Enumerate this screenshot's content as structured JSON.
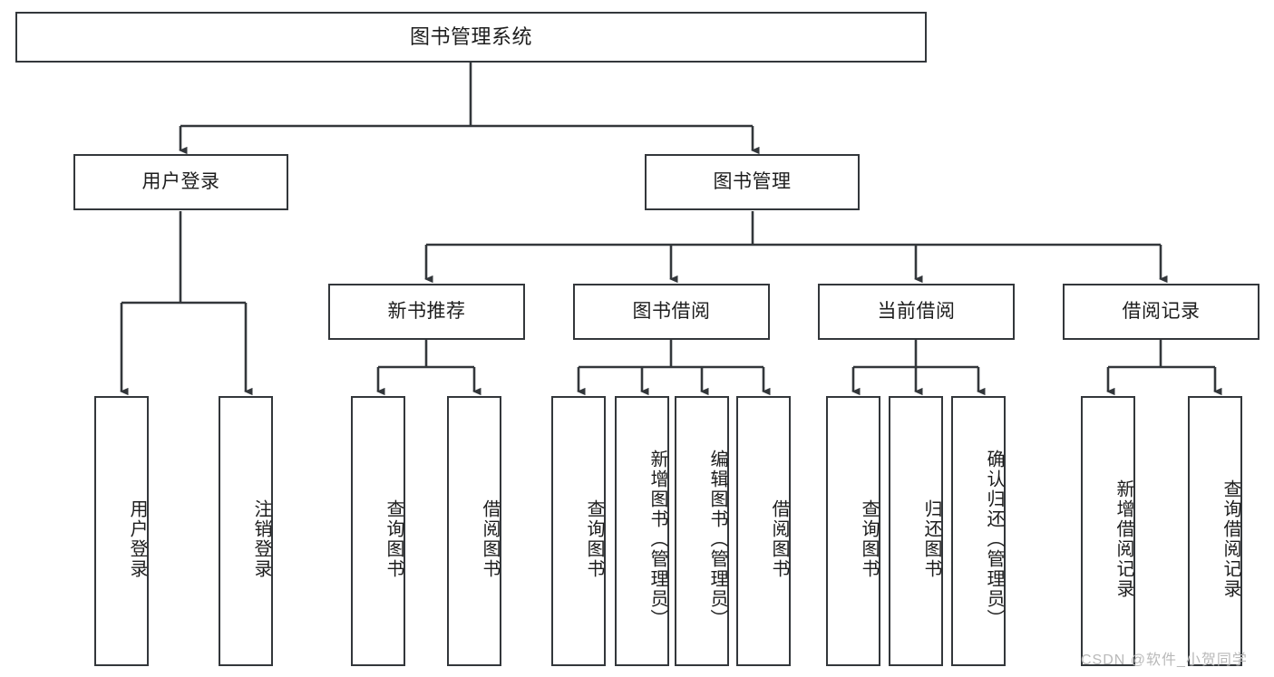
{
  "diagram": {
    "title": "图书管理系统",
    "type": "tree-hierarchy-chart",
    "watermark": "CSDN @软件_小贺同学",
    "colors": {
      "stroke": "#33373b",
      "fill": "#ffffff",
      "text": "#1d1d1d",
      "watermark": "#b9b9b9"
    },
    "root": {
      "label": "图书管理系统"
    },
    "level2": [
      {
        "label": "用户登录"
      },
      {
        "label": "图书管理"
      }
    ],
    "level3": [
      {
        "label": "新书推荐"
      },
      {
        "label": "图书借阅"
      },
      {
        "label": "当前借阅"
      },
      {
        "label": "借阅记录"
      }
    ],
    "leaves": {
      "user_login": [
        {
          "label": "用户登录"
        },
        {
          "label": "注销登录"
        }
      ],
      "new_book": [
        {
          "label": "查询图书"
        },
        {
          "label": "借阅图书"
        }
      ],
      "book_borrow": [
        {
          "label": "查询图书"
        },
        {
          "label": "新增图书（管理员）"
        },
        {
          "label": "编辑图书（管理员）"
        },
        {
          "label": "借阅图书"
        }
      ],
      "current_borrow": [
        {
          "label": "查询图书"
        },
        {
          "label": "归还图书"
        },
        {
          "label": "确认归还（管理员）"
        }
      ],
      "borrow_record": [
        {
          "label": "新增借阅记录"
        },
        {
          "label": "查询借阅记录"
        }
      ]
    }
  }
}
